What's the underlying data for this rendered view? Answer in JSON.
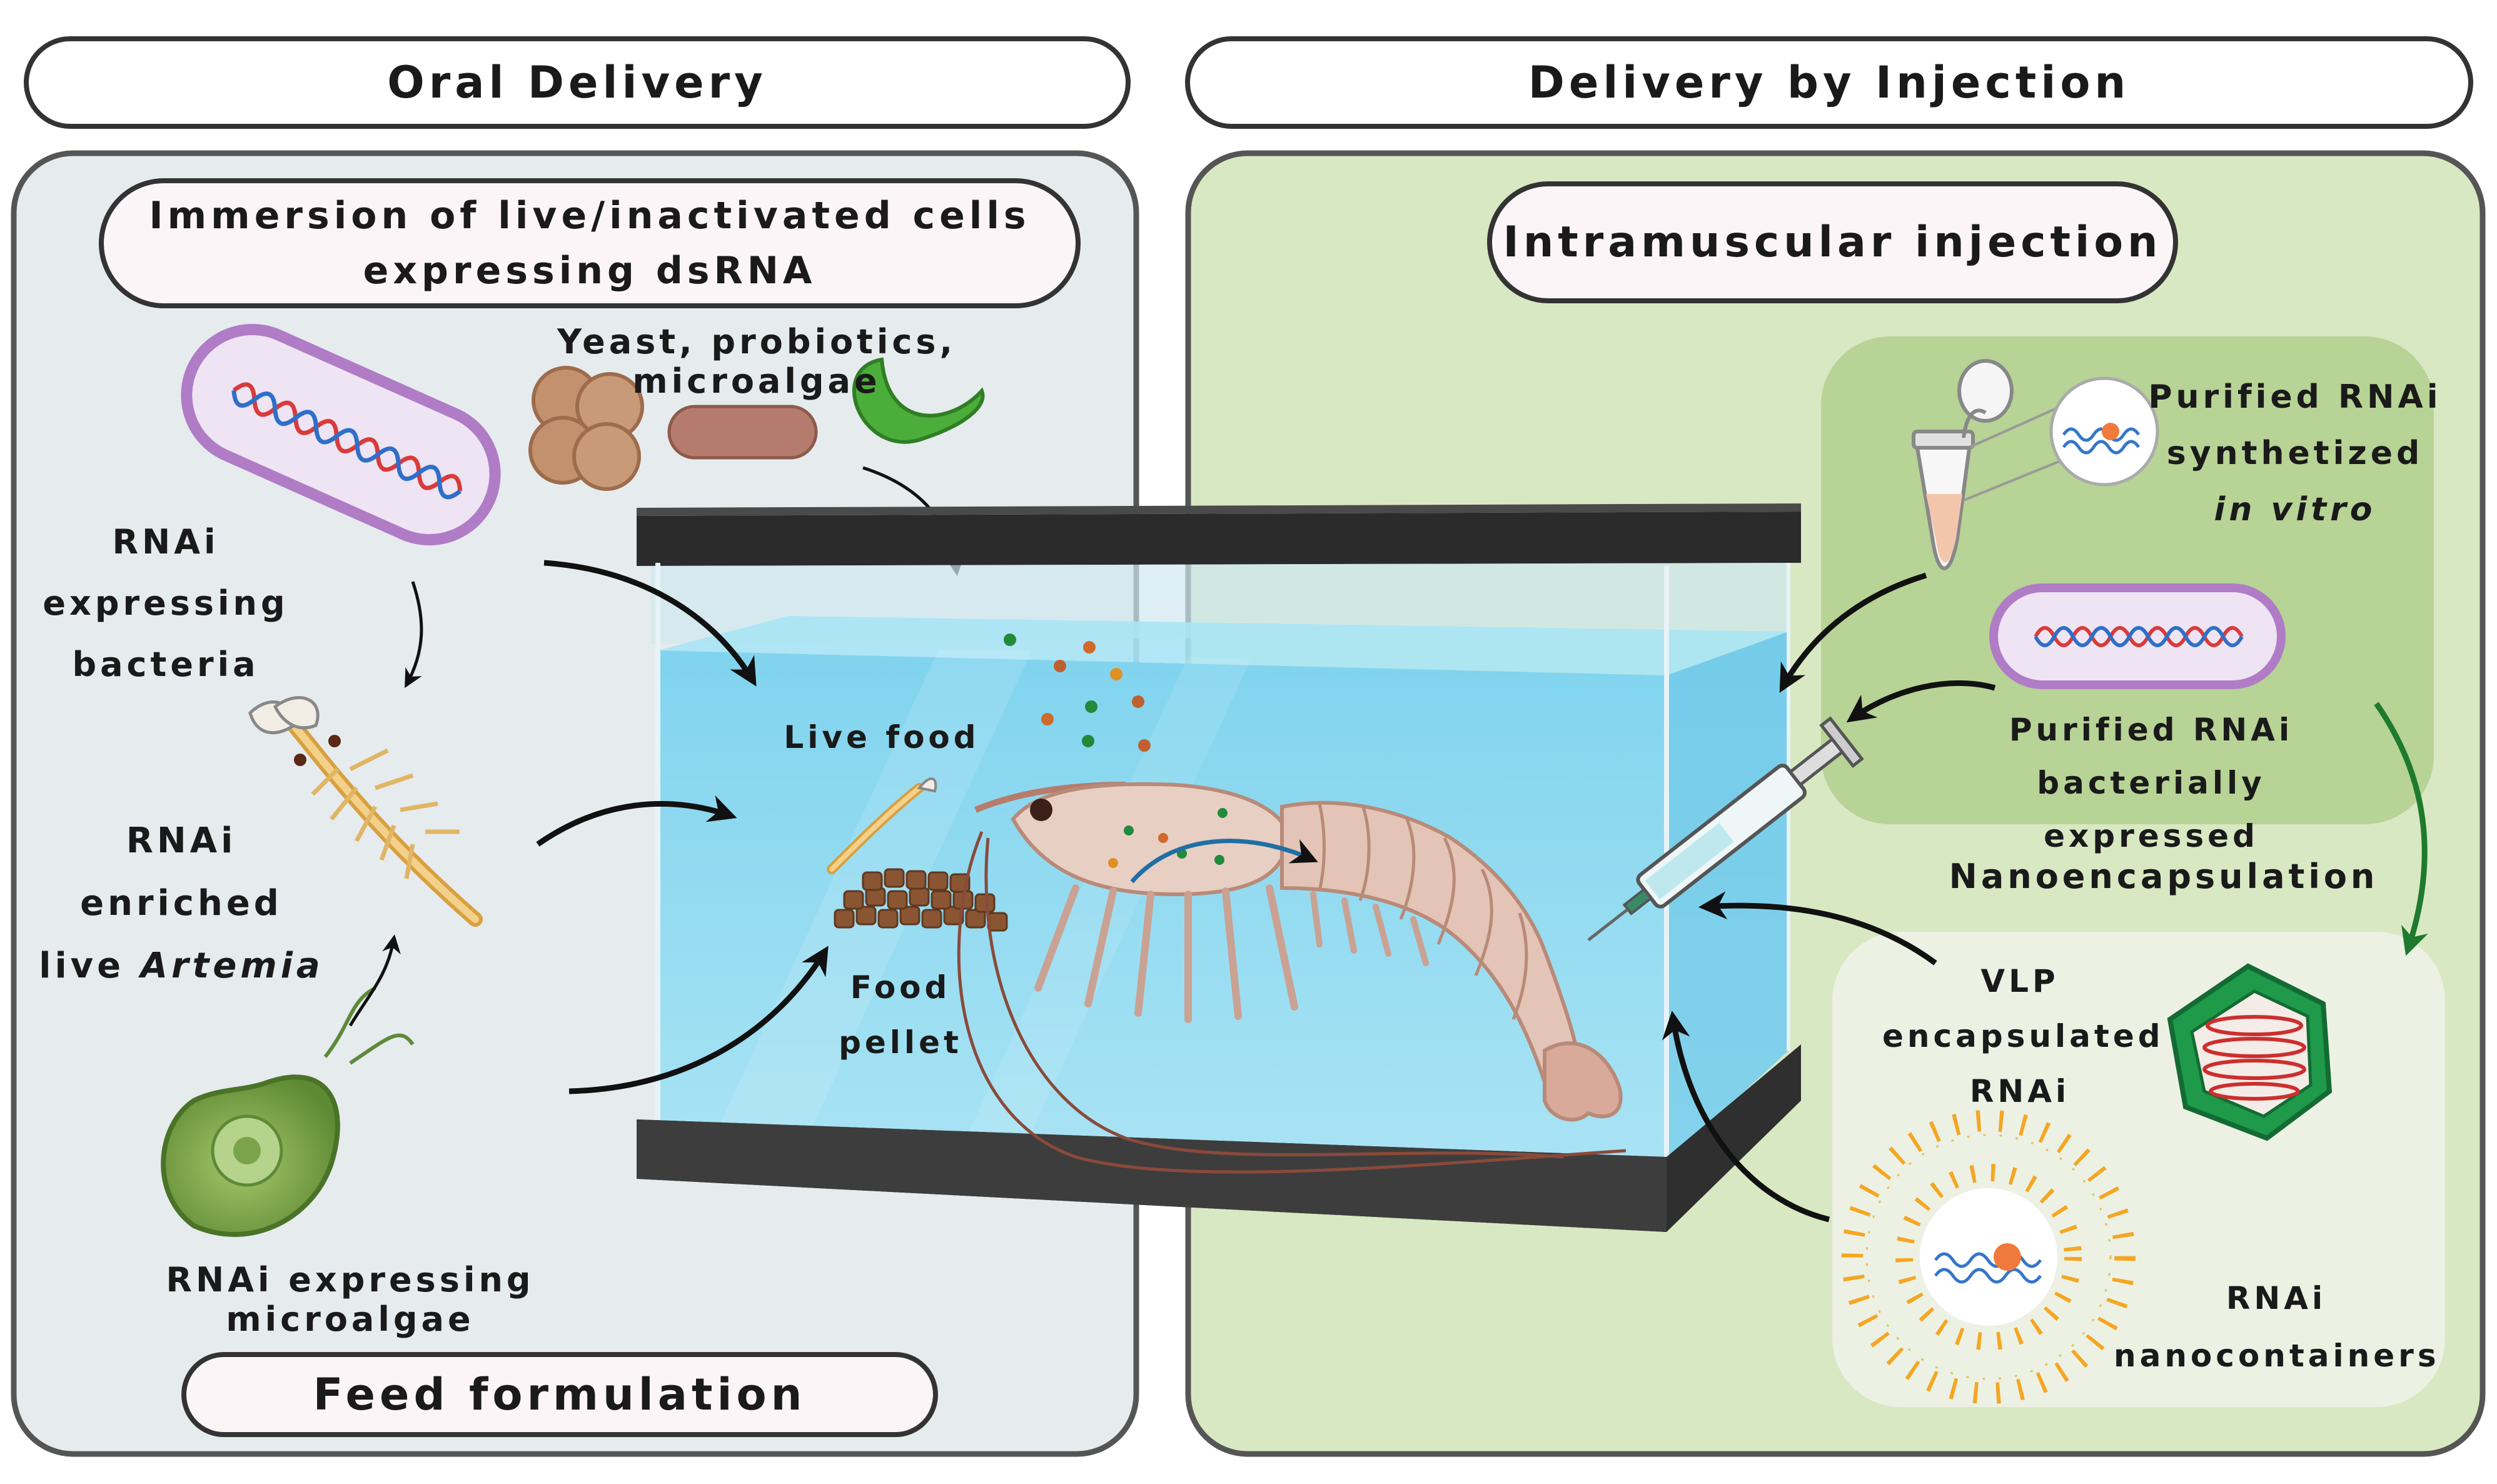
{
  "headers": {
    "oral": "Oral Delivery",
    "injection": "Delivery by Injection"
  },
  "oral": {
    "immersion_line1": "Immersion of live/inactivated cells",
    "immersion_line2": "expressing dsRNA",
    "yeast_label": "Yeast, probiotics, microalgae",
    "bacteria_line1": "RNAi",
    "bacteria_line2": "expressing",
    "bacteria_line3": "bacteria",
    "artemia_line1": "RNAi enriched",
    "artemia_line2_prefix": "live ",
    "artemia_line2_italic": "Artemia",
    "microalgae_label": "RNAi expressing microalgae",
    "feed_formulation": "Feed formulation"
  },
  "tank": {
    "live_food": "Live food",
    "food_pellet_line1": "Food",
    "food_pellet_line2": "pellet"
  },
  "injection": {
    "intramuscular": "Intramuscular injection",
    "invitro_line1": "Purified RNAi",
    "invitro_line2": "synthetized",
    "invitro_line3": "in vitro",
    "bact_line1": "Purified RNAi",
    "bact_line2": "bacterially expressed",
    "nanoencapsulation": "Nanoencapsulation",
    "vlp_line1": "VLP",
    "vlp_line2": "encapsulated",
    "vlp_line3": "RNAi",
    "nano_line1": "RNAi",
    "nano_line2": "nanocontainers"
  },
  "colors": {
    "oral_panel": "#e6ebee",
    "injection_panel": "#d8e8c2",
    "subpanel_dark": "#b7d395",
    "subpanel_light": "#ecf1e4",
    "water": "#8fd8ef",
    "tank_frame": "#333333",
    "liposome": "#f5a623",
    "vlp": "#1e9a4a"
  }
}
